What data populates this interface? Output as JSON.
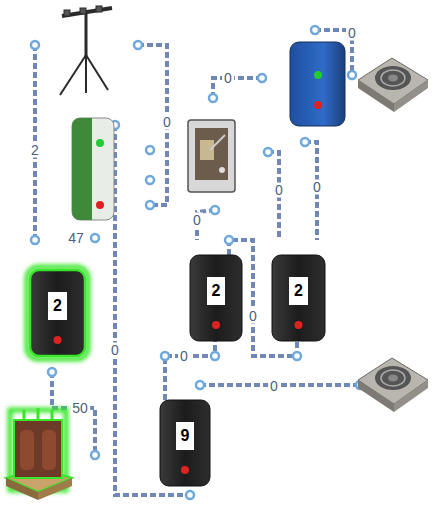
{
  "diagram": {
    "nodes": [
      {
        "text": [
          "2"
        ]
      },
      {
        "text": [
          "2"
        ]
      },
      {
        "text": [
          "2"
        ]
      },
      {
        "text": [
          "9"
        ]
      }
    ],
    "edges": [
      {
        "from": 1,
        "to": 2,
        "label": "0",
        "arrow": "none"
      },
      {
        "from": 3,
        "to": 1,
        "label": "0",
        "arrow": "none"
      }
    ],
    "labels": [
      "0",
      "0",
      "0",
      "2",
      "0",
      "0",
      "0",
      "47",
      "0",
      "0",
      "50"
    ]
  }
}
